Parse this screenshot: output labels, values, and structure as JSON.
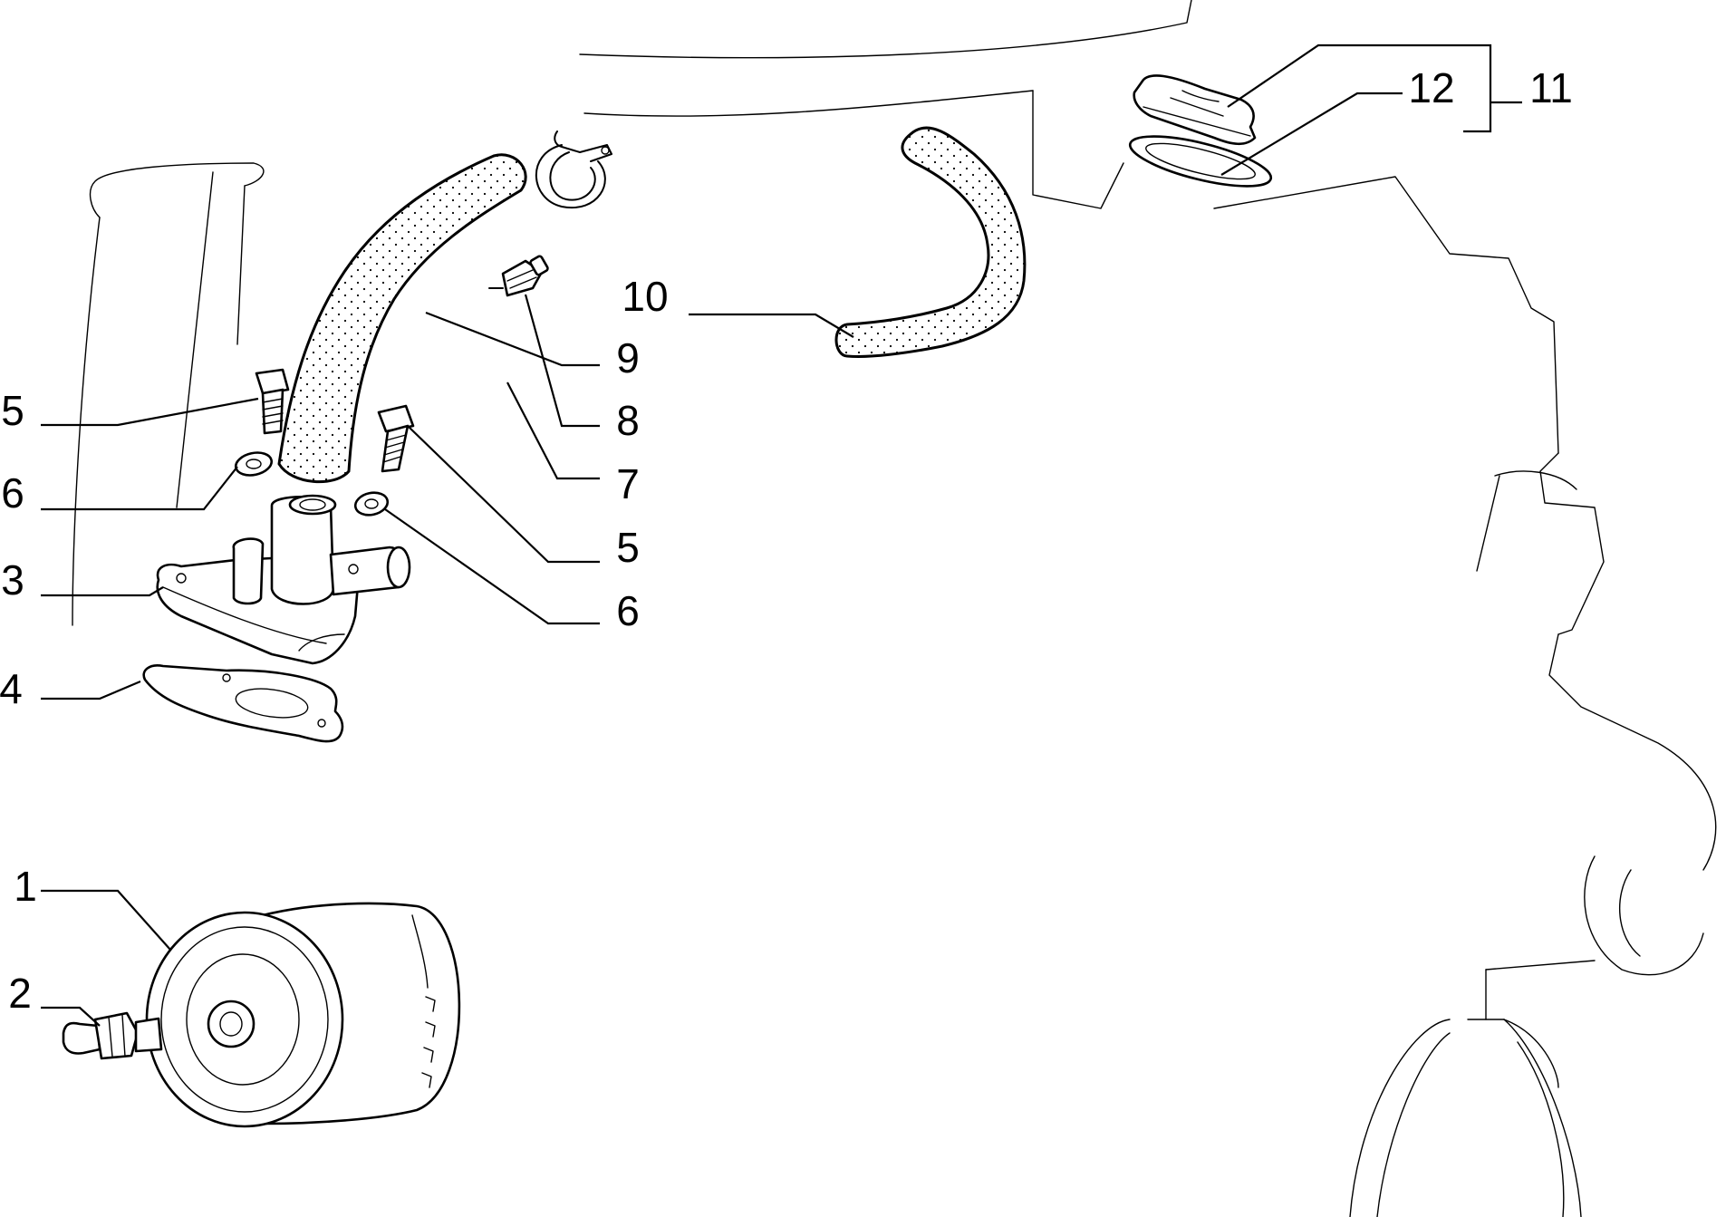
{
  "callouts": {
    "c1": "1",
    "c2": "2",
    "c3": "3",
    "c4": "4",
    "c5a": "5",
    "c5b": "5",
    "c6a": "6",
    "c6b": "6",
    "c7": "7",
    "c8": "8",
    "c9": "9",
    "c10": "10",
    "c11": "11",
    "c12": "12"
  }
}
